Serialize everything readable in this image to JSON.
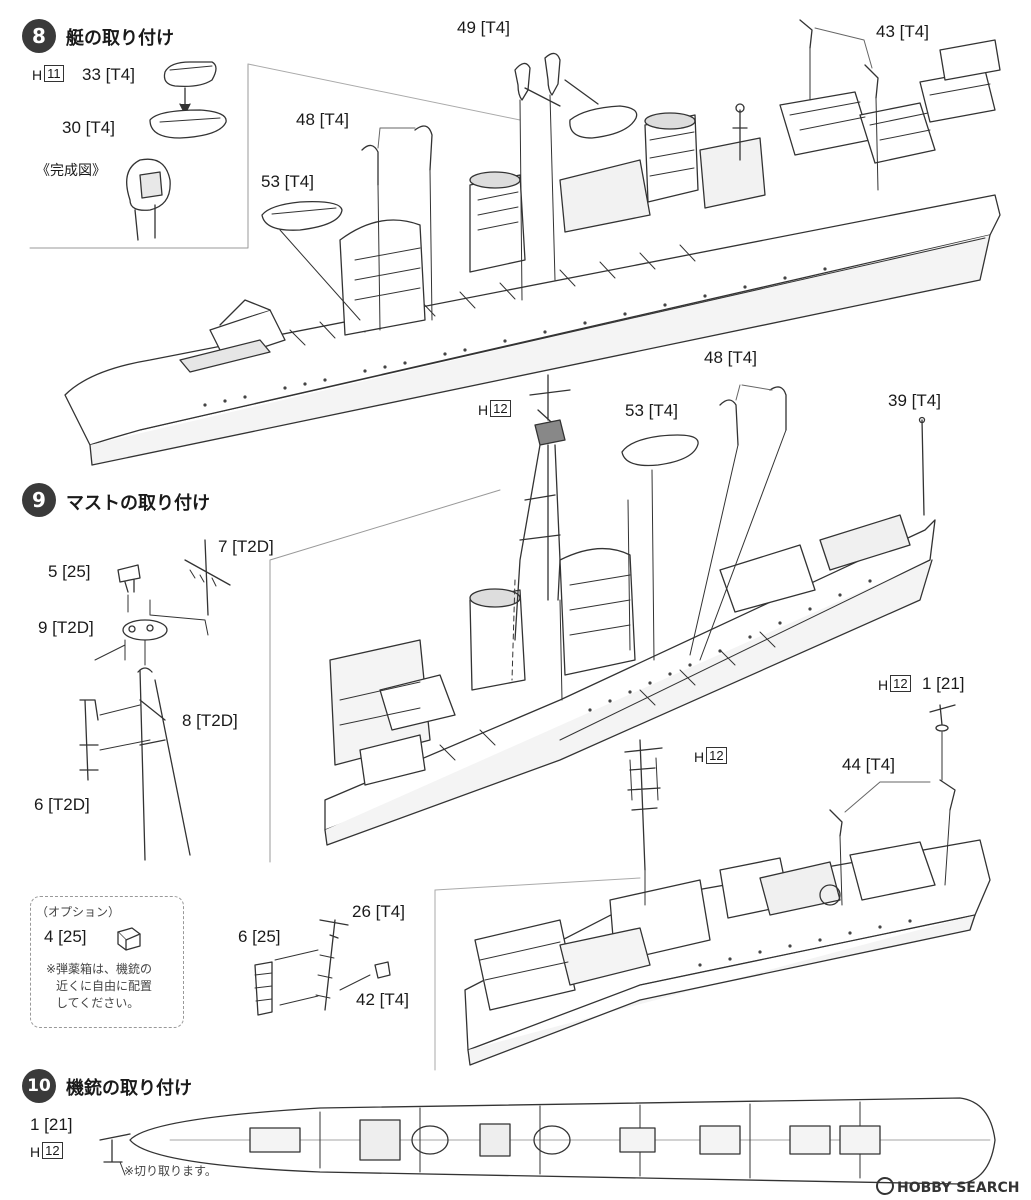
{
  "steps": {
    "s8": {
      "number": "8",
      "title": "艇の取り付け"
    },
    "s9": {
      "number": "9",
      "title": "マストの取り付け"
    },
    "s10": {
      "number": "10",
      "title": "機銃の取り付け"
    }
  },
  "parts": {
    "h11": "H",
    "h11_box": "11",
    "p33": "33 [T4]",
    "p30": "30 [T4]",
    "completed": "《完成図》",
    "p49": "49 [T4]",
    "p43": "43 [T4]",
    "p48a": "48 [T4]",
    "p53a": "53 [T4]",
    "h12a": "H",
    "h12a_box": "12",
    "p53b": "53 [T4]",
    "p48b": "48 [T4]",
    "p39": "39 [T4]",
    "p5": "5 [25]",
    "p7": "7 [T2D]",
    "p9": "9 [T2D]",
    "p8": "8 [T2D]",
    "p6": "6 [T2D]",
    "h12b": "H",
    "h12b_box": "12",
    "h12c": "H",
    "h12c_box": "12",
    "p1a": "1 [21]",
    "p44": "44 [T4]",
    "p6b": "6 [25]",
    "p26": "26 [T4]",
    "p42": "42 [T4]",
    "p1b": "1 [21]",
    "h12d": "H",
    "h12d_box": "12"
  },
  "option": {
    "title": "（オプション）",
    "part": "4 [25]",
    "note_lines": [
      "※弾薬箱は、機銃の",
      "近くに自由に配置",
      "してください。"
    ]
  },
  "cut_note": "※切り取ります。",
  "watermark": "HOBBY SEARCH"
}
